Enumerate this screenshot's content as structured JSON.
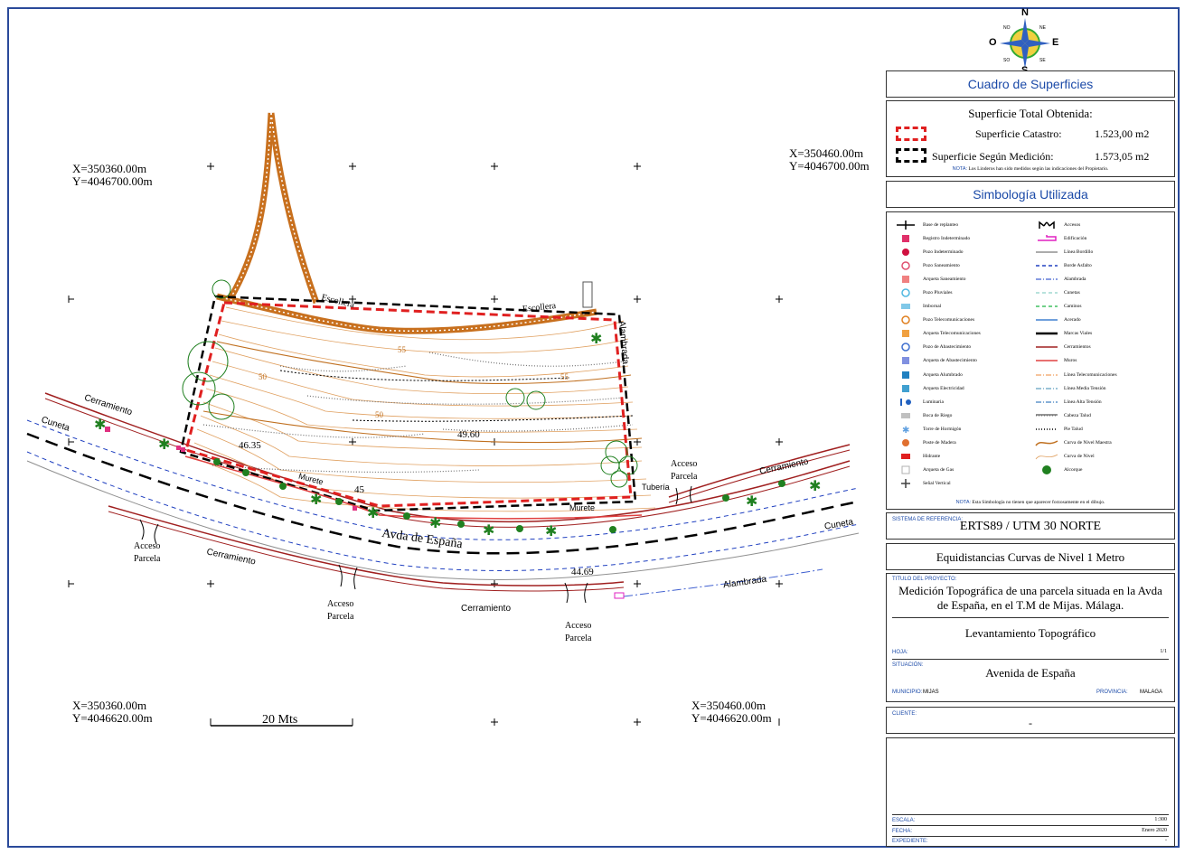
{
  "compass": {
    "n": "N",
    "s": "S",
    "e": "E",
    "o": "O",
    "no": "NO",
    "ne": "NE",
    "so": "SO",
    "se": "SE"
  },
  "coords": {
    "tl": "X=350360.00m\nY=4046700.00m",
    "tr": "X=350460.00m\nY=4046700.00m",
    "bl": "X=350360.00m\nY=4046620.00m",
    "br": "X=350460.00m\nY=4046620.00m"
  },
  "scale_bar": "20 Mts",
  "map_labels": {
    "escollera1": "Escollera",
    "escollera2": "Escollera",
    "alambrada_v": "Alambrada",
    "cerramiento_left": "Cerramiento",
    "cuneta_left": "Cuneta",
    "murete1": "Murete",
    "murete2": "Murete",
    "tuberia": "Tubería",
    "avda": "Avda de España",
    "cuneta_right": "Cuneta",
    "cerramiento_right": "Cerramiento",
    "cerramiento_mid": "Cerramiento",
    "cerramiento_bottom": "Cerramiento",
    "alambrada_bottom": "Alambrada",
    "acceso1": "Acceso\nParcela",
    "acceso2": "Acceso\nParcela",
    "acceso3": "Acceso\nParcela",
    "acceso4": "Acceso\nParcela",
    "spot_46_35": "46.35",
    "spot_49_60": "49.60",
    "spot_44_69": "44.69",
    "spot_45": "45",
    "contour_55a": "55",
    "contour_55b": "55",
    "contour_50a": "50",
    "contour_50b": "50"
  },
  "superficies": {
    "title": "Cuadro de Superficies",
    "heading": "Superficie Total Obtenida:",
    "catastro_label": "Superficie Catastro:",
    "catastro_value": "1.523,00 m2",
    "medicion_label": "Superficie Según Medición:",
    "medicion_value": "1.573,05 m2",
    "nota_label": "NOTA:",
    "nota_text": "Los Linderos han sido medidos según las indicaciones del Propietario."
  },
  "simbologia": {
    "title": "Simbología Utilizada",
    "left": [
      {
        "label": "Base de replanteo",
        "icon": "base-replanteo",
        "color": "#000"
      },
      {
        "label": "Registro Indeterminado",
        "icon": "square",
        "color": "#e0306a"
      },
      {
        "label": "Pozo Indeterminado",
        "icon": "circle",
        "color": "#d01040"
      },
      {
        "label": "Pozo Saneamiento",
        "icon": "circle-outline",
        "color": "#e05070"
      },
      {
        "label": "Arqueta Saneamiento",
        "icon": "square",
        "color": "#f08080"
      },
      {
        "label": "Pozo Pluviales",
        "icon": "circle-outline",
        "color": "#50b8e0"
      },
      {
        "label": "Imbornal",
        "icon": "rect",
        "color": "#80c8e8"
      },
      {
        "label": "Pozo Telecomunicaciones",
        "icon": "circle-outline",
        "color": "#e08020"
      },
      {
        "label": "Arqueta Telecomunicaciones",
        "icon": "square",
        "color": "#f0a040"
      },
      {
        "label": "Pozo de Abastecimiento",
        "icon": "circle-outline",
        "color": "#4070d0"
      },
      {
        "label": "Arqueta de Abastecimiento",
        "icon": "square",
        "color": "#8090e0"
      },
      {
        "label": "Arqueta Alumbrado",
        "icon": "square",
        "color": "#2080c0"
      },
      {
        "label": "Arqueta Electricidad",
        "icon": "square",
        "color": "#40a0d0"
      },
      {
        "label": "Luminaria",
        "icon": "luminaria",
        "color": "#2060c0"
      },
      {
        "label": "Boca de Riego",
        "icon": "rect",
        "color": "#c0c0c0"
      },
      {
        "label": "Torre de Hormigón",
        "icon": "star",
        "color": "#60a0e0"
      },
      {
        "label": "Poste de Madera",
        "icon": "circle",
        "color": "#e07030"
      },
      {
        "label": "Hidrante",
        "icon": "rect",
        "color": "#e02020"
      },
      {
        "label": "Arqueta de Gas",
        "icon": "square-outline",
        "color": "#b0b0b0"
      },
      {
        "label": "Señal Vertical",
        "icon": "cross",
        "color": "#404040"
      }
    ],
    "right": [
      {
        "label": "Accesos",
        "icon": "accesos",
        "color": "#000"
      },
      {
        "label": "Edificación",
        "icon": "edificacion",
        "color": "#e020c0"
      },
      {
        "label": "Línea Bordillo",
        "icon": "line",
        "color": "#909090"
      },
      {
        "label": "Borde Asfalto",
        "icon": "dash",
        "color": "#2040c0"
      },
      {
        "label": "Alambrada",
        "icon": "dashdot",
        "color": "#4060d0"
      },
      {
        "label": "Cunetas",
        "icon": "dash",
        "color": "#a0d8d0"
      },
      {
        "label": "Caminos",
        "icon": "dash",
        "color": "#40c060"
      },
      {
        "label": "Acerado",
        "icon": "line",
        "color": "#4080d0"
      },
      {
        "label": "Marcas Viales",
        "icon": "thick",
        "color": "#000"
      },
      {
        "label": "Cerramientos",
        "icon": "line",
        "color": "#a02020"
      },
      {
        "label": "Muros",
        "icon": "line",
        "color": "#e04040"
      },
      {
        "label": "Línea Telecomunicaciones",
        "icon": "dashdot",
        "color": "#f0a060"
      },
      {
        "label": "Línea Media Tensión",
        "icon": "dashdot",
        "color": "#60a0c0"
      },
      {
        "label": "Línea Alta Tensión",
        "icon": "dashdot",
        "color": "#4080c0"
      },
      {
        "label": "Cabeza Talud",
        "icon": "talud",
        "color": "#707070"
      },
      {
        "label": "Pie Talud",
        "icon": "dots",
        "color": "#000"
      },
      {
        "label": "Curva de Nivel Maestra",
        "icon": "curve",
        "color": "#c07020"
      },
      {
        "label": "Curva de Nivel",
        "icon": "curve-thin",
        "color": "#e0a060"
      },
      {
        "label": "Alcorque",
        "icon": "tree",
        "color": "#208020"
      }
    ],
    "nota_label": "NOTA:",
    "nota_text": "Esta Simbología no tienen que aparecer forzosamente en el dibujo."
  },
  "referencia": {
    "label": "SISTEMA DE REFERENCIA:",
    "value": "ERTS89 / UTM 30 NORTE"
  },
  "equidistancias": "Equidistancias Curvas de Nivel 1 Metro",
  "proyecto": {
    "label": "TITULO DEL PROYECTO:",
    "title_line1": "Medición Topográfica  de una parcela situada en la Avda",
    "title_line2": "de España,  en el T.M de Mijas. Málaga.",
    "subtitle": "Levantamiento Topográfico",
    "hoja_label": "HOJA:",
    "hoja_value": "1/1",
    "situacion_label": "SITUACIÓN:",
    "situacion_value": "Avenida de España",
    "municipio_label": "MUNICIPIO:",
    "municipio_value": "MIJAS",
    "provincia_label": "PROVINCIA:",
    "provincia_value": "MALAGA"
  },
  "cliente": {
    "label": "CLIENTE:",
    "value": "-"
  },
  "escala": {
    "label": "ESCALA:",
    "value": "1:300"
  },
  "fecha": {
    "label": "FECHA:",
    "value": "Enero 2020"
  },
  "expediente": {
    "label": "EXPEDIENTE:",
    "value": "-"
  },
  "colors": {
    "frame": "#2a4a9a",
    "accent": "#1b4aa8",
    "catastro": "#e02020",
    "medicion": "#000000",
    "contour": "#e0a060",
    "escollera": "#c8701e",
    "cerramiento": "#a02020"
  }
}
